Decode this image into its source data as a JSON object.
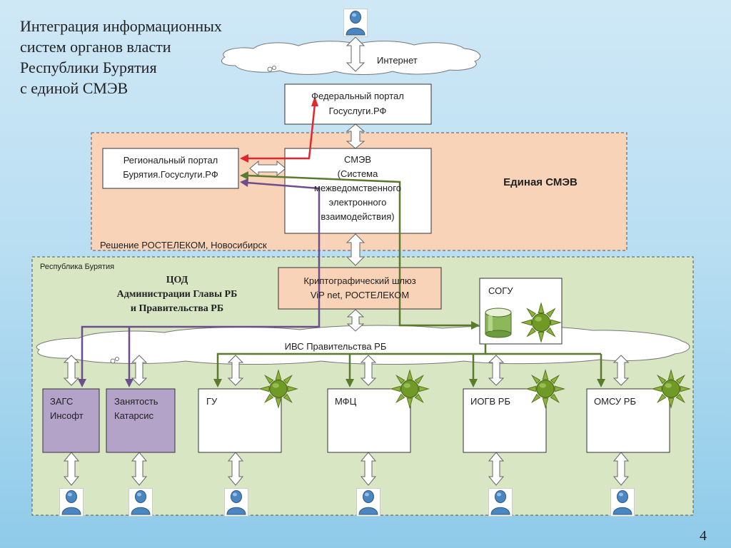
{
  "title": {
    "lines": [
      "Интеграция  информационных",
      "систем органов власти",
      "Республики Бурятия",
      "с единой СМЭВ"
    ]
  },
  "internet": {
    "label": "Интернет"
  },
  "federal_portal": {
    "line1": "Федеральный портал",
    "line2": "Госуслуги.РФ"
  },
  "smev_zone": {
    "label": "Единая СМЭВ",
    "solution": "Решение РОСТЕЛЕКОМ, Новосибирск"
  },
  "regional_portal": {
    "line1": "Региональный портал",
    "line2": "Бурятия.Госуслуги.РФ"
  },
  "smev_box": {
    "lines": [
      "СМЭВ",
      "(Система",
      "межведомственного",
      "электронного",
      "взаимодействия)"
    ]
  },
  "buryatia_zone": {
    "label": "Республика Бурятия",
    "cod": [
      "ЦОД",
      "Администрации Главы РБ",
      "и Правительства РБ"
    ]
  },
  "crypto": {
    "line1": "Криптографический шлюз",
    "line2": "ViP net, РОСТЕЛЕКОМ"
  },
  "sogu": {
    "label": "СОГУ"
  },
  "ivs": {
    "label": "ИВС Правительства РБ"
  },
  "boxes": {
    "zags": {
      "line1": "ЗАГС",
      "line2": "Инсофт"
    },
    "zanyatost": {
      "line1": "Занятость",
      "line2": "Катарсис"
    },
    "gu": {
      "label": "ГУ"
    },
    "mfc": {
      "label": "МФЦ"
    },
    "iogv": {
      "label": "ИОГВ РБ"
    },
    "omsu": {
      "label": "ОМСУ РБ"
    }
  },
  "page_number": "4",
  "colors": {
    "red_link": "#e3262d",
    "green_link": "#5b7a2e",
    "purple_link": "#6a4f8c",
    "smev_zone_fill": "#f9d3b8",
    "buryatia_zone_fill": "#d9e6c4",
    "crypto_fill": "#f9d3b8",
    "purple_box_fill": "#b3a3c8"
  },
  "icons": [
    "user-icon",
    "cloud-icon",
    "database-icon",
    "gear-sun-icon"
  ]
}
